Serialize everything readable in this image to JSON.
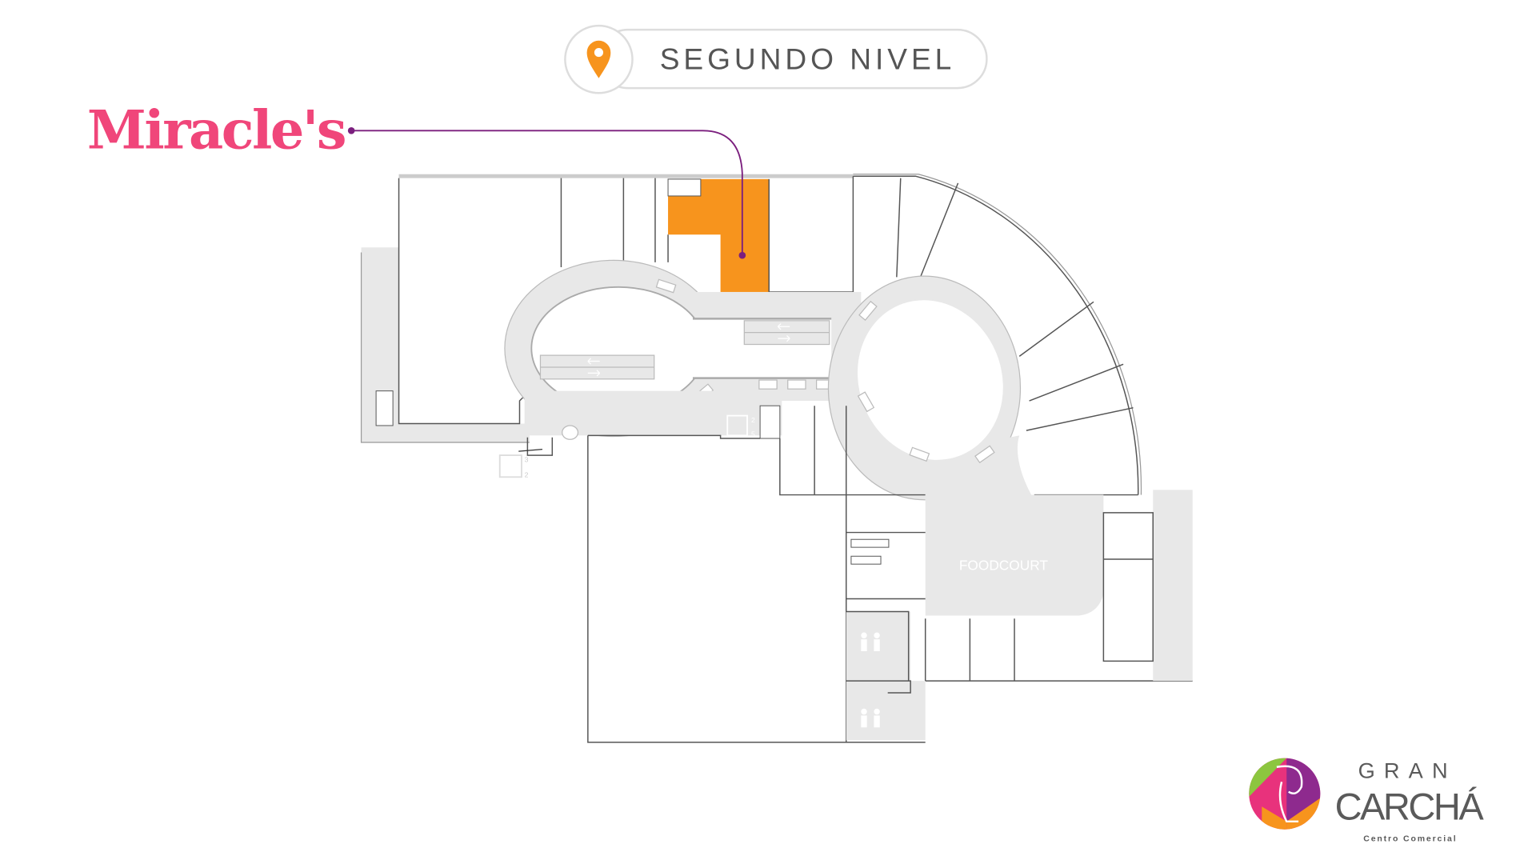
{
  "header": {
    "level_label": "SEGUNDO NIVEL",
    "icon": "location-pin-icon"
  },
  "store": {
    "name": "Miracle's",
    "highlight_color": "#F7941D",
    "brand_color": "#F0467A",
    "leader_color": "#7B1F7E"
  },
  "map": {
    "foodcourt_label": "FOODCOURT",
    "elevator_center": {
      "floors_top": "2",
      "floors_bottom": "5"
    },
    "elevator_left": {
      "floors_top": "3",
      "floors_bottom": "2"
    }
  },
  "brand": {
    "line1": "GRAN",
    "line2": "CARCHÁ",
    "line3": "Centro Comercial"
  }
}
